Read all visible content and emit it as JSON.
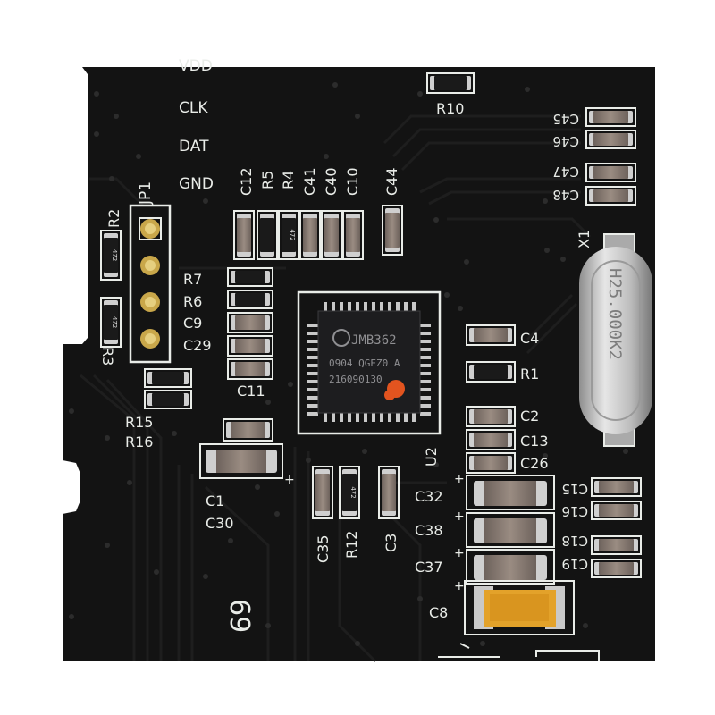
{
  "board": {
    "colors": {
      "solder_mask": "#131313",
      "silkscreen": "#e9ece8",
      "tantalum": "#e3a22a",
      "flux_dot": "#e2541f",
      "gold": "#c9a74a"
    }
  },
  "header_labels": {
    "vdd": "VDD",
    "clk": "CLK",
    "dat": "DAT",
    "gnd": "GND",
    "jp1": "JP1"
  },
  "vertical_labels": {
    "c12": "C12",
    "r5": "R5",
    "r4": "R4",
    "c41": "C41",
    "c40": "C40",
    "c10": "C10",
    "c44": "C44",
    "c35": "C35",
    "r12": "R12",
    "c3": "C3",
    "u2": "U2",
    "x1": "X1"
  },
  "left_labels": {
    "r2": "R2",
    "r3": "R3",
    "r7": "R7",
    "r6": "R6",
    "c9": "C9",
    "c29": "C29",
    "c11": "C11",
    "r15": "R15",
    "r16": "R16",
    "c1": "C1",
    "c30": "C30"
  },
  "right_labels": {
    "r10": "R10",
    "c4": "C4",
    "r1": "R1",
    "c2": "C2",
    "c13": "C13",
    "c26": "C26",
    "c32": "C32",
    "c38": "C38",
    "c37": "C37",
    "c8": "C8"
  },
  "flipped_labels": {
    "c45": "C45",
    "c46": "C46",
    "c47": "C47",
    "c48": "C48",
    "c15": "C15",
    "c16": "C16",
    "c18": "C18",
    "c19": "C19",
    "bottom_mark": "69"
  },
  "chip": {
    "model": "JMB362",
    "line2": "0904 QGEZ0 A",
    "line3": "216090130"
  },
  "crystal": {
    "marking": "H25.000K2"
  },
  "resistor_codes": {
    "r2": "472",
    "r3": "472",
    "r4": "472",
    "r12": "472"
  },
  "jp1_pins": 4
}
